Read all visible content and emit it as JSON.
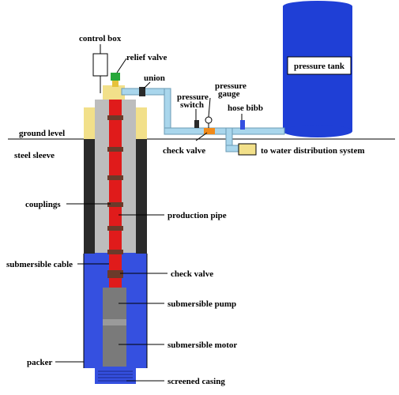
{
  "labels": {
    "control_box": "control box",
    "relief_valve": "relief valve",
    "union": "union",
    "pressure_switch_1": "pressure",
    "pressure_switch_2": "switch",
    "pressure_gauge_1": "pressure",
    "pressure_gauge_2": "gauge",
    "hose_bibb": "hose bibb",
    "pressure_tank": "pressure tank",
    "ground_level": "ground level",
    "check_valve_top": "check valve",
    "to_water": "to water distribution system",
    "steel_sleeve": "steel sleeve",
    "couplings": "couplings",
    "production_pipe": "production pipe",
    "submersible_cable": "submersible cable",
    "check_valve_bottom": "check valve",
    "submersible_pump": "submersible pump",
    "submersible_motor": "submersible motor",
    "packer": "packer",
    "screened_casing": "screened casing"
  },
  "colors": {
    "tank": "#1f3fd6",
    "water": "#3550e0",
    "production_pipe": "#e01b1b",
    "sleeve": "#2a2a2a",
    "casing": "#bdbdbd",
    "pipe_connector": "#a9d6ec",
    "cement": "#f2e08a",
    "pump": "#7a7a7a",
    "relief_valve": "#27a83a",
    "check_valve_orange": "#f08a1a"
  }
}
